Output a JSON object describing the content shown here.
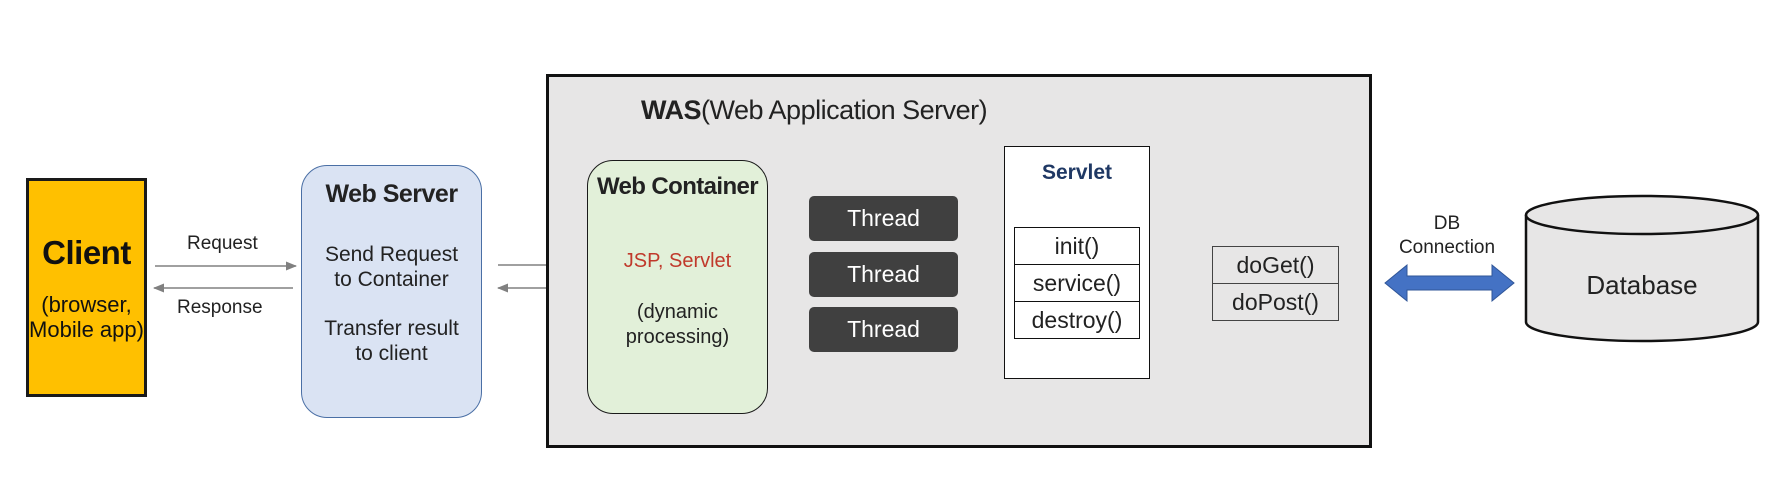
{
  "client": {
    "title": "Client",
    "subtitle_line1": "(browser,",
    "subtitle_line2": "Mobile app)"
  },
  "arrows": {
    "request": "Request",
    "response": "Response",
    "db_line1": "DB",
    "db_line2": "Connection"
  },
  "web_server": {
    "title": "Web Server",
    "text1_line1": "Send Request",
    "text1_line2": "to Container",
    "text2_line1": "Transfer result",
    "text2_line2": "to client"
  },
  "was": {
    "title_bold": "WAS",
    "title_rest": "(Web Application Server)"
  },
  "web_container": {
    "title": "Web Container",
    "tech": "JSP, Servlet",
    "desc_line1": "(dynamic",
    "desc_line2": "processing)"
  },
  "threads": [
    "Thread",
    "Thread",
    "Thread"
  ],
  "servlet": {
    "title": "Servlet",
    "methods": [
      "init()",
      "service()",
      "destroy()"
    ],
    "handlers": [
      "doGet()",
      "doPost()"
    ]
  },
  "database": {
    "label": "Database"
  },
  "colors": {
    "client": "#ffc000",
    "web_server": "#dae3f3",
    "was_bg": "#e7e6e6",
    "web_container": "#e2f0d9",
    "thread": "#404040",
    "servlet_title": "#1f3864",
    "jsp_text": "#c0392b",
    "db_arrow": "#4472c4"
  }
}
